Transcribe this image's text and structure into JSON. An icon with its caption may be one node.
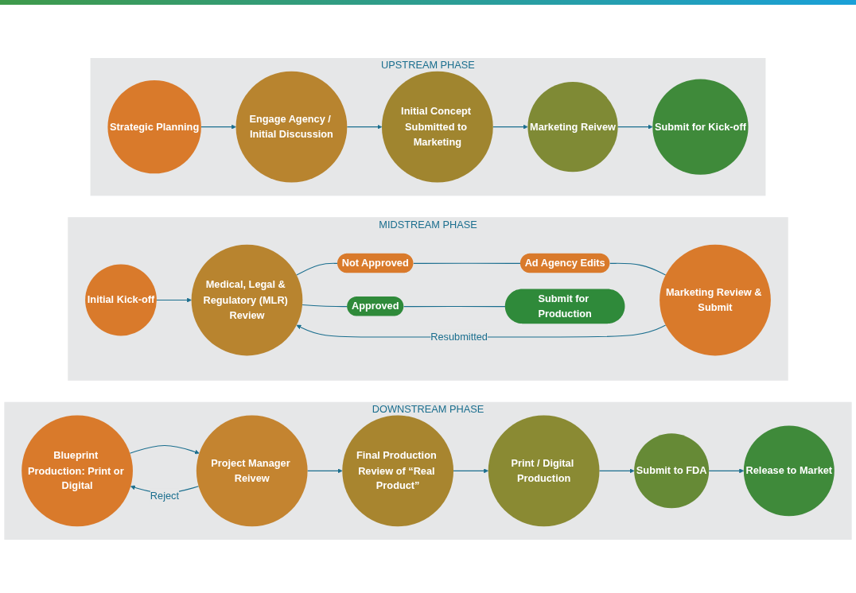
{
  "diagram": {
    "nodes": [
      {
        "text": [
          "UPSTREAM PHASE"
        ]
      },
      {
        "text": [
          "Strategic Planning"
        ],
        "in": 0
      },
      {
        "text": [
          "Engage Agency / Initial Discussion"
        ],
        "in": 0
      },
      {
        "text": [
          "Initial Concept Submitted to Marketing"
        ],
        "in": 0
      },
      {
        "text": [
          "Marketing Reivew"
        ],
        "in": 0
      },
      {
        "text": [
          "Submit for Kick-off"
        ],
        "in": 0
      },
      {
        "text": [
          "MIDSTREAM PHASE"
        ]
      },
      {
        "text": [
          "Initial Kick-off"
        ],
        "in": 6
      },
      {
        "text": [
          "Medical, Legal & Regulatory (MLR) Review"
        ],
        "in": 6
      },
      {
        "text": [
          "Not Approved"
        ],
        "in": 6
      },
      {
        "text": [
          "Ad Agency Edits"
        ],
        "in": 6
      },
      {
        "text": [
          "Marketing Review & Submit"
        ],
        "in": 6
      },
      {
        "text": [
          "Approved"
        ],
        "in": 6
      },
      {
        "text": [
          "Submit for Production"
        ],
        "in": 6
      },
      {
        "text": [
          "DOWNSTREAM PHASE"
        ]
      },
      {
        "text": [
          "Blueprint Production: Print or Digital"
        ],
        "in": 14
      },
      {
        "text": [
          "Project Manager Reivew"
        ],
        "in": 14
      },
      {
        "text": [
          "Final Production Review of “Real Product”"
        ],
        "in": 14
      },
      {
        "text": [
          "Print / Digital Production"
        ],
        "in": 14
      },
      {
        "text": [
          "Submit to FDA"
        ],
        "in": 14
      },
      {
        "text": [
          "Release to Market"
        ],
        "in": 14
      }
    ],
    "edges": [
      {
        "from": 1,
        "to": 2,
        "arrow": "to"
      },
      {
        "from": 2,
        "to": 3,
        "arrow": "to"
      },
      {
        "from": 3,
        "to": 4,
        "arrow": "to"
      },
      {
        "from": 4,
        "to": 5,
        "arrow": "to"
      },
      {
        "from": 7,
        "to": 8,
        "arrow": "to"
      },
      {
        "from": 8,
        "to": 9,
        "arrow": "none"
      },
      {
        "from": 8,
        "to": 12,
        "arrow": "none"
      },
      {
        "from": 9,
        "to": 10,
        "arrow": "none"
      },
      {
        "from": 10,
        "to": 11,
        "arrow": "none"
      },
      {
        "from": 11,
        "to": 8,
        "arrow": "to",
        "label": "Resubmitted"
      },
      {
        "from": 12,
        "to": 13,
        "arrow": "none"
      },
      {
        "from": 15,
        "to": 16,
        "arrow": "to"
      },
      {
        "from": 16,
        "to": 17,
        "arrow": "to"
      },
      {
        "from": 17,
        "to": 18,
        "arrow": "to"
      },
      {
        "from": 18,
        "to": 19,
        "arrow": "to"
      },
      {
        "from": 19,
        "to": 20,
        "arrow": "to"
      },
      {
        "from": 16,
        "to": 15,
        "arrow": "to",
        "label": "Reject"
      }
    ]
  }
}
